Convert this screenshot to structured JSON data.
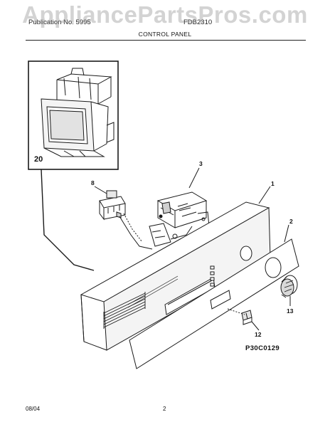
{
  "watermark": "AppliancePartsPros.com",
  "header": {
    "left_text": "Publication No. 5995",
    "right_text": "FDB2310",
    "section_title": "CONTROL PANEL"
  },
  "callouts": {
    "inset": "20",
    "ctrl_1": "1",
    "ctrl_2": "2",
    "ctrl_3": "3",
    "ctrl_8": "8",
    "ctrl_12": "12",
    "ctrl_13": "13"
  },
  "diagram_code": "P30C0129",
  "footer": {
    "date": "08/04",
    "page": "2"
  },
  "colors": {
    "line": "#1a1a1a",
    "panel_fill": "#f4f4f4",
    "shade": "#bdbdbd",
    "watermark": "#969696"
  }
}
